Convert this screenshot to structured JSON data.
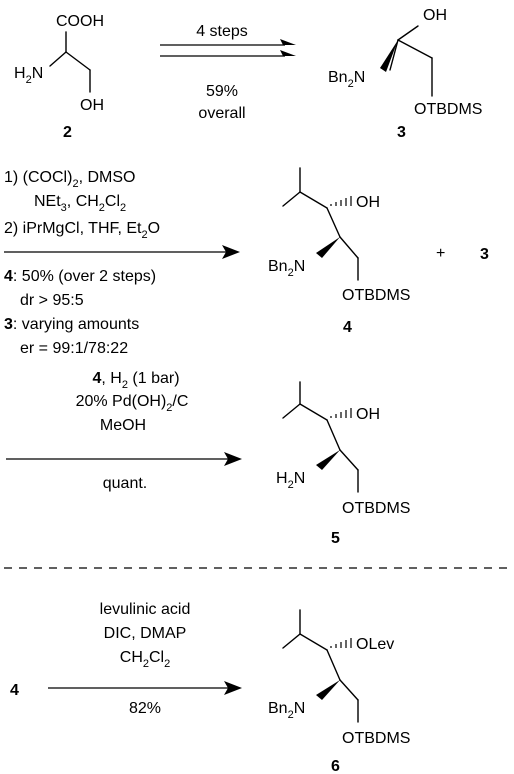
{
  "serine": {
    "cooh": "COOH",
    "nh2": "H",
    "nh2_sub": "2",
    "nh2_n": "N",
    "oh": "OH"
  },
  "step1": {
    "top": "4 steps",
    "yield": "59%",
    "note": "overall"
  },
  "compound3": {
    "oh": "OH",
    "nbn2_a": "Bn",
    "nbn2_sub": "2",
    "nbn2_b": "N",
    "otbdms": "OTBDMS"
  },
  "step2": {
    "line1_a": "1) (COCl)",
    "line1_sub": "2",
    "line1_b": ", DMSO",
    "line2_a": "NEt",
    "line2_sub1": "3",
    "line2_b": ", CH",
    "line2_sub2": "2",
    "line2_c": "Cl",
    "line2_sub3": "2",
    "line3_a": "2) iPrMgCl, THF, Et",
    "line3_sub": "2",
    "line3_b": "O",
    "line4_num": "4",
    "line4_text": ": 50% (over 2 steps)",
    "line5": "dr > 95:5",
    "line6_num": "3",
    "line6_text": ": varying amounts",
    "line7": "er = 99:1/78:22"
  },
  "compound4": {
    "oh": "OH",
    "nbn2_a": "Bn",
    "nbn2_sub": "2",
    "nbn2_b": "N",
    "otbdms": "OTBDMS",
    "plus": "+",
    "co_product": "3"
  },
  "step3": {
    "line1_num": "4",
    "line1_a": ", H",
    "line1_sub": "2",
    "line1_b": " (1 bar)",
    "line2_a": "20% Pd(OH)",
    "line2_sub": "2",
    "line2_b": "/C",
    "line3": "MeOH",
    "line4": "quant."
  },
  "compound5": {
    "oh": "OH",
    "nh2_a": "H",
    "nh2_sub": "2",
    "nh2_b": "N",
    "otbdms": "OTBDMS"
  },
  "step4": {
    "start": "4",
    "line1": "levulinic acid",
    "line2": "DIC, DMAP",
    "line3_a": "CH",
    "line3_sub1": "2",
    "line3_b": "Cl",
    "line3_sub2": "2",
    "line4": "82%"
  },
  "compound6": {
    "olev": "OLev",
    "nbn2_a": "Bn",
    "nbn2_sub": "2",
    "nbn2_b": "N",
    "otbdms": "OTBDMS"
  },
  "labels": {
    "c2": "2",
    "c3": "3",
    "c4": "4",
    "c5": "5",
    "c6": "6"
  }
}
